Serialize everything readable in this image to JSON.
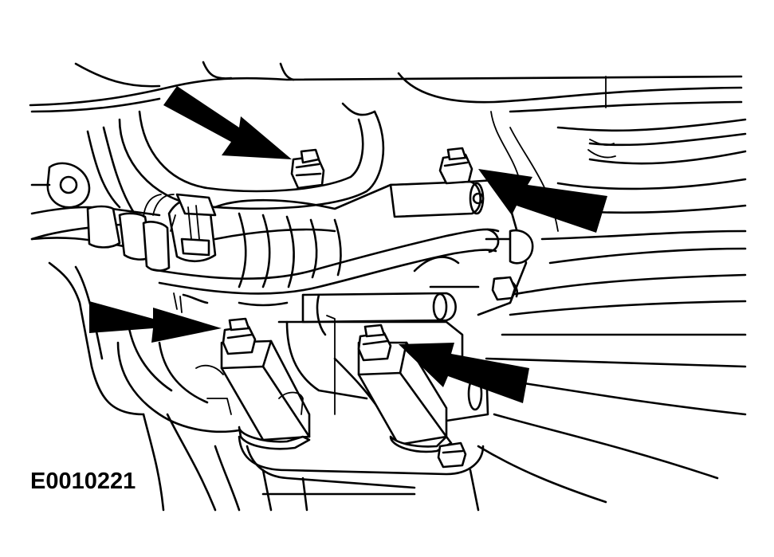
{
  "figure": {
    "id_label": "E0010221",
    "ink_color": "#000000",
    "paper_color": "#ffffff"
  },
  "callouts": [
    {
      "name": "arrow-upper-left",
      "target": "bolt-upper-left",
      "direction": "down-right"
    },
    {
      "name": "arrow-upper-right",
      "target": "bolt-upper-right",
      "direction": "up-left"
    },
    {
      "name": "arrow-lower-left",
      "target": "bolt-lower-left",
      "direction": "right"
    },
    {
      "name": "arrow-lower-right",
      "target": "bolt-lower-right",
      "direction": "up-left"
    }
  ]
}
